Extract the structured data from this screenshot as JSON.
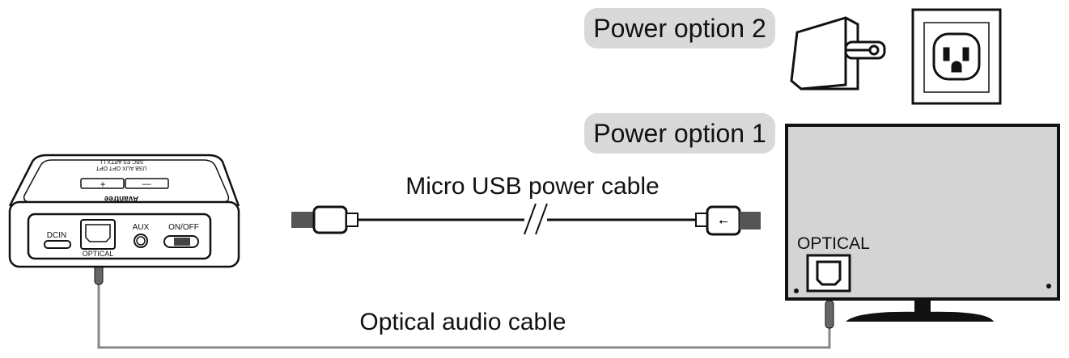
{
  "labels": {
    "power_option_2": "Power option 2",
    "power_option_1": "Power option 1",
    "micro_usb_cable": "Micro USB power cable",
    "optical_cable": "Optical audio cable",
    "tv_optical": "OPTICAL"
  },
  "device": {
    "brand": "Avantree",
    "top_row1": "USB AUX OPT OPT",
    "top_row2": "SBC FS APTX LL",
    "plus": "+",
    "minus": "—",
    "port_dcin": "DCIN",
    "port_optical": "OPTICAL",
    "port_aux": "AUX",
    "port_switch": "ON/OFF"
  },
  "colors": {
    "pill": "#d9d9d9",
    "line": "#111111",
    "tv_screen": "#d4d4d4",
    "cable": "#888888"
  }
}
